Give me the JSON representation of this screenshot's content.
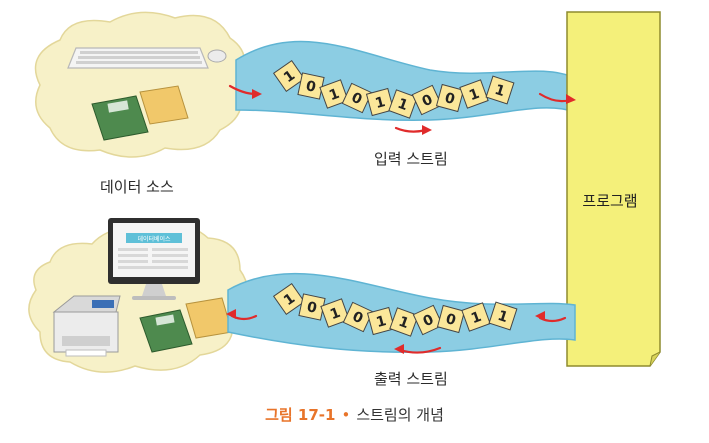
{
  "input_stream": {
    "label": "입력 스트림",
    "bits": [
      "1",
      "0",
      "1",
      "0",
      "1",
      "1",
      "0",
      "0",
      "1",
      "1"
    ]
  },
  "output_stream": {
    "label": "출력 스트림",
    "bits": [
      "1",
      "0",
      "1",
      "0",
      "1",
      "1",
      "0",
      "0",
      "1",
      "1"
    ]
  },
  "data_source_label": "데이터 소스",
  "program_label": "프로그램",
  "monitor_screen_text": "데이터베이스",
  "caption": {
    "figure_number": "그림 17-1",
    "text": "스트림의 개념"
  },
  "colors": {
    "stream": "#8ccde3",
    "stream_edge": "#5fb4d3",
    "bit_card": "#fbe79a",
    "arrow": "#e02b2b",
    "program": "#f4f07a",
    "cloud": "#f7f1c8",
    "caption_accent": "#e8742a"
  }
}
